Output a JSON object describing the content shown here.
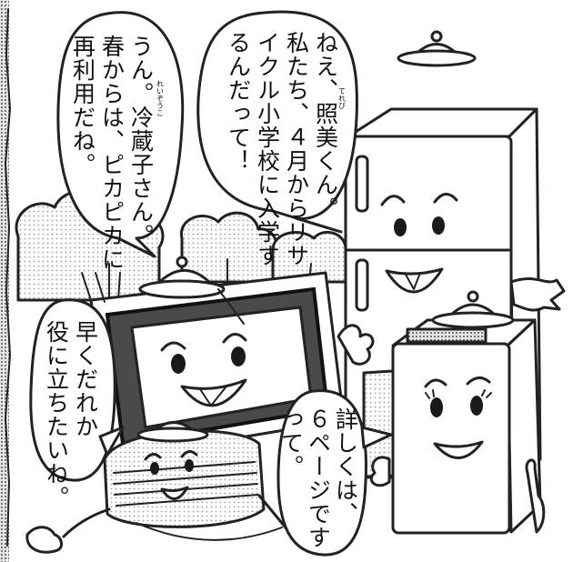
{
  "bubbles": {
    "refrigerator": {
      "lines": [
        "ねえ、照美くん。",
        "私たち、４月からリサ",
        "イクル小学校に入学す",
        "るんだって！"
      ],
      "ruby": [
        "れいぞうこ",
        "てれび"
      ]
    },
    "television": {
      "lines": [
        "うん。冷蔵子さん。",
        "春からは、ピカピカに",
        "再利用だね。"
      ]
    },
    "air_conditioner": {
      "lines": [
        "早くだれか",
        "役に立ちたいね。"
      ]
    },
    "washing_machine": {
      "lines": [
        "詳しくは、",
        "６ページです",
        "って。"
      ]
    }
  },
  "colors": {
    "ink": "#222222",
    "screen": "#4a4a4a",
    "paper": "#ffffff"
  }
}
